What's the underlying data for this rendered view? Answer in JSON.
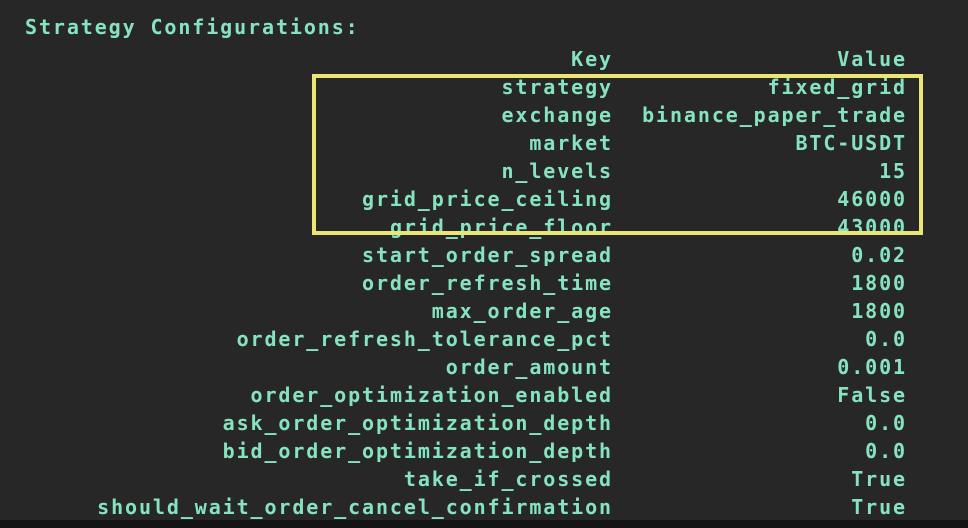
{
  "terminal": {
    "title": "Strategy Configurations:",
    "colors": {
      "background": "#272727",
      "text": "#86E3BF",
      "highlight_border": "#EBE573",
      "window_edge": "#141414"
    },
    "table": {
      "key_header": "Key",
      "value_header": "Value",
      "rows": [
        {
          "key": "strategy",
          "value": "fixed_grid",
          "highlighted": true
        },
        {
          "key": "exchange",
          "value": "binance_paper_trade",
          "highlighted": true
        },
        {
          "key": "market",
          "value": "BTC-USDT",
          "highlighted": true
        },
        {
          "key": "n_levels",
          "value": "15",
          "highlighted": true
        },
        {
          "key": "grid_price_ceiling",
          "value": "46000",
          "highlighted": true
        },
        {
          "key": "grid_price_floor",
          "value": "43000",
          "highlighted": true
        },
        {
          "key": "start_order_spread",
          "value": "0.02",
          "highlighted": false
        },
        {
          "key": "order_refresh_time",
          "value": "1800",
          "highlighted": false
        },
        {
          "key": "max_order_age",
          "value": "1800",
          "highlighted": false
        },
        {
          "key": "order_refresh_tolerance_pct",
          "value": "0.0",
          "highlighted": false
        },
        {
          "key": "order_amount",
          "value": "0.001",
          "highlighted": false
        },
        {
          "key": "order_optimization_enabled",
          "value": "False",
          "highlighted": false
        },
        {
          "key": "ask_order_optimization_depth",
          "value": "0.0",
          "highlighted": false
        },
        {
          "key": "bid_order_optimization_depth",
          "value": "0.0",
          "highlighted": false
        },
        {
          "key": "take_if_crossed",
          "value": "True",
          "highlighted": false
        },
        {
          "key": "should_wait_order_cancel_confirmation",
          "value": "True",
          "highlighted": false
        }
      ]
    }
  }
}
